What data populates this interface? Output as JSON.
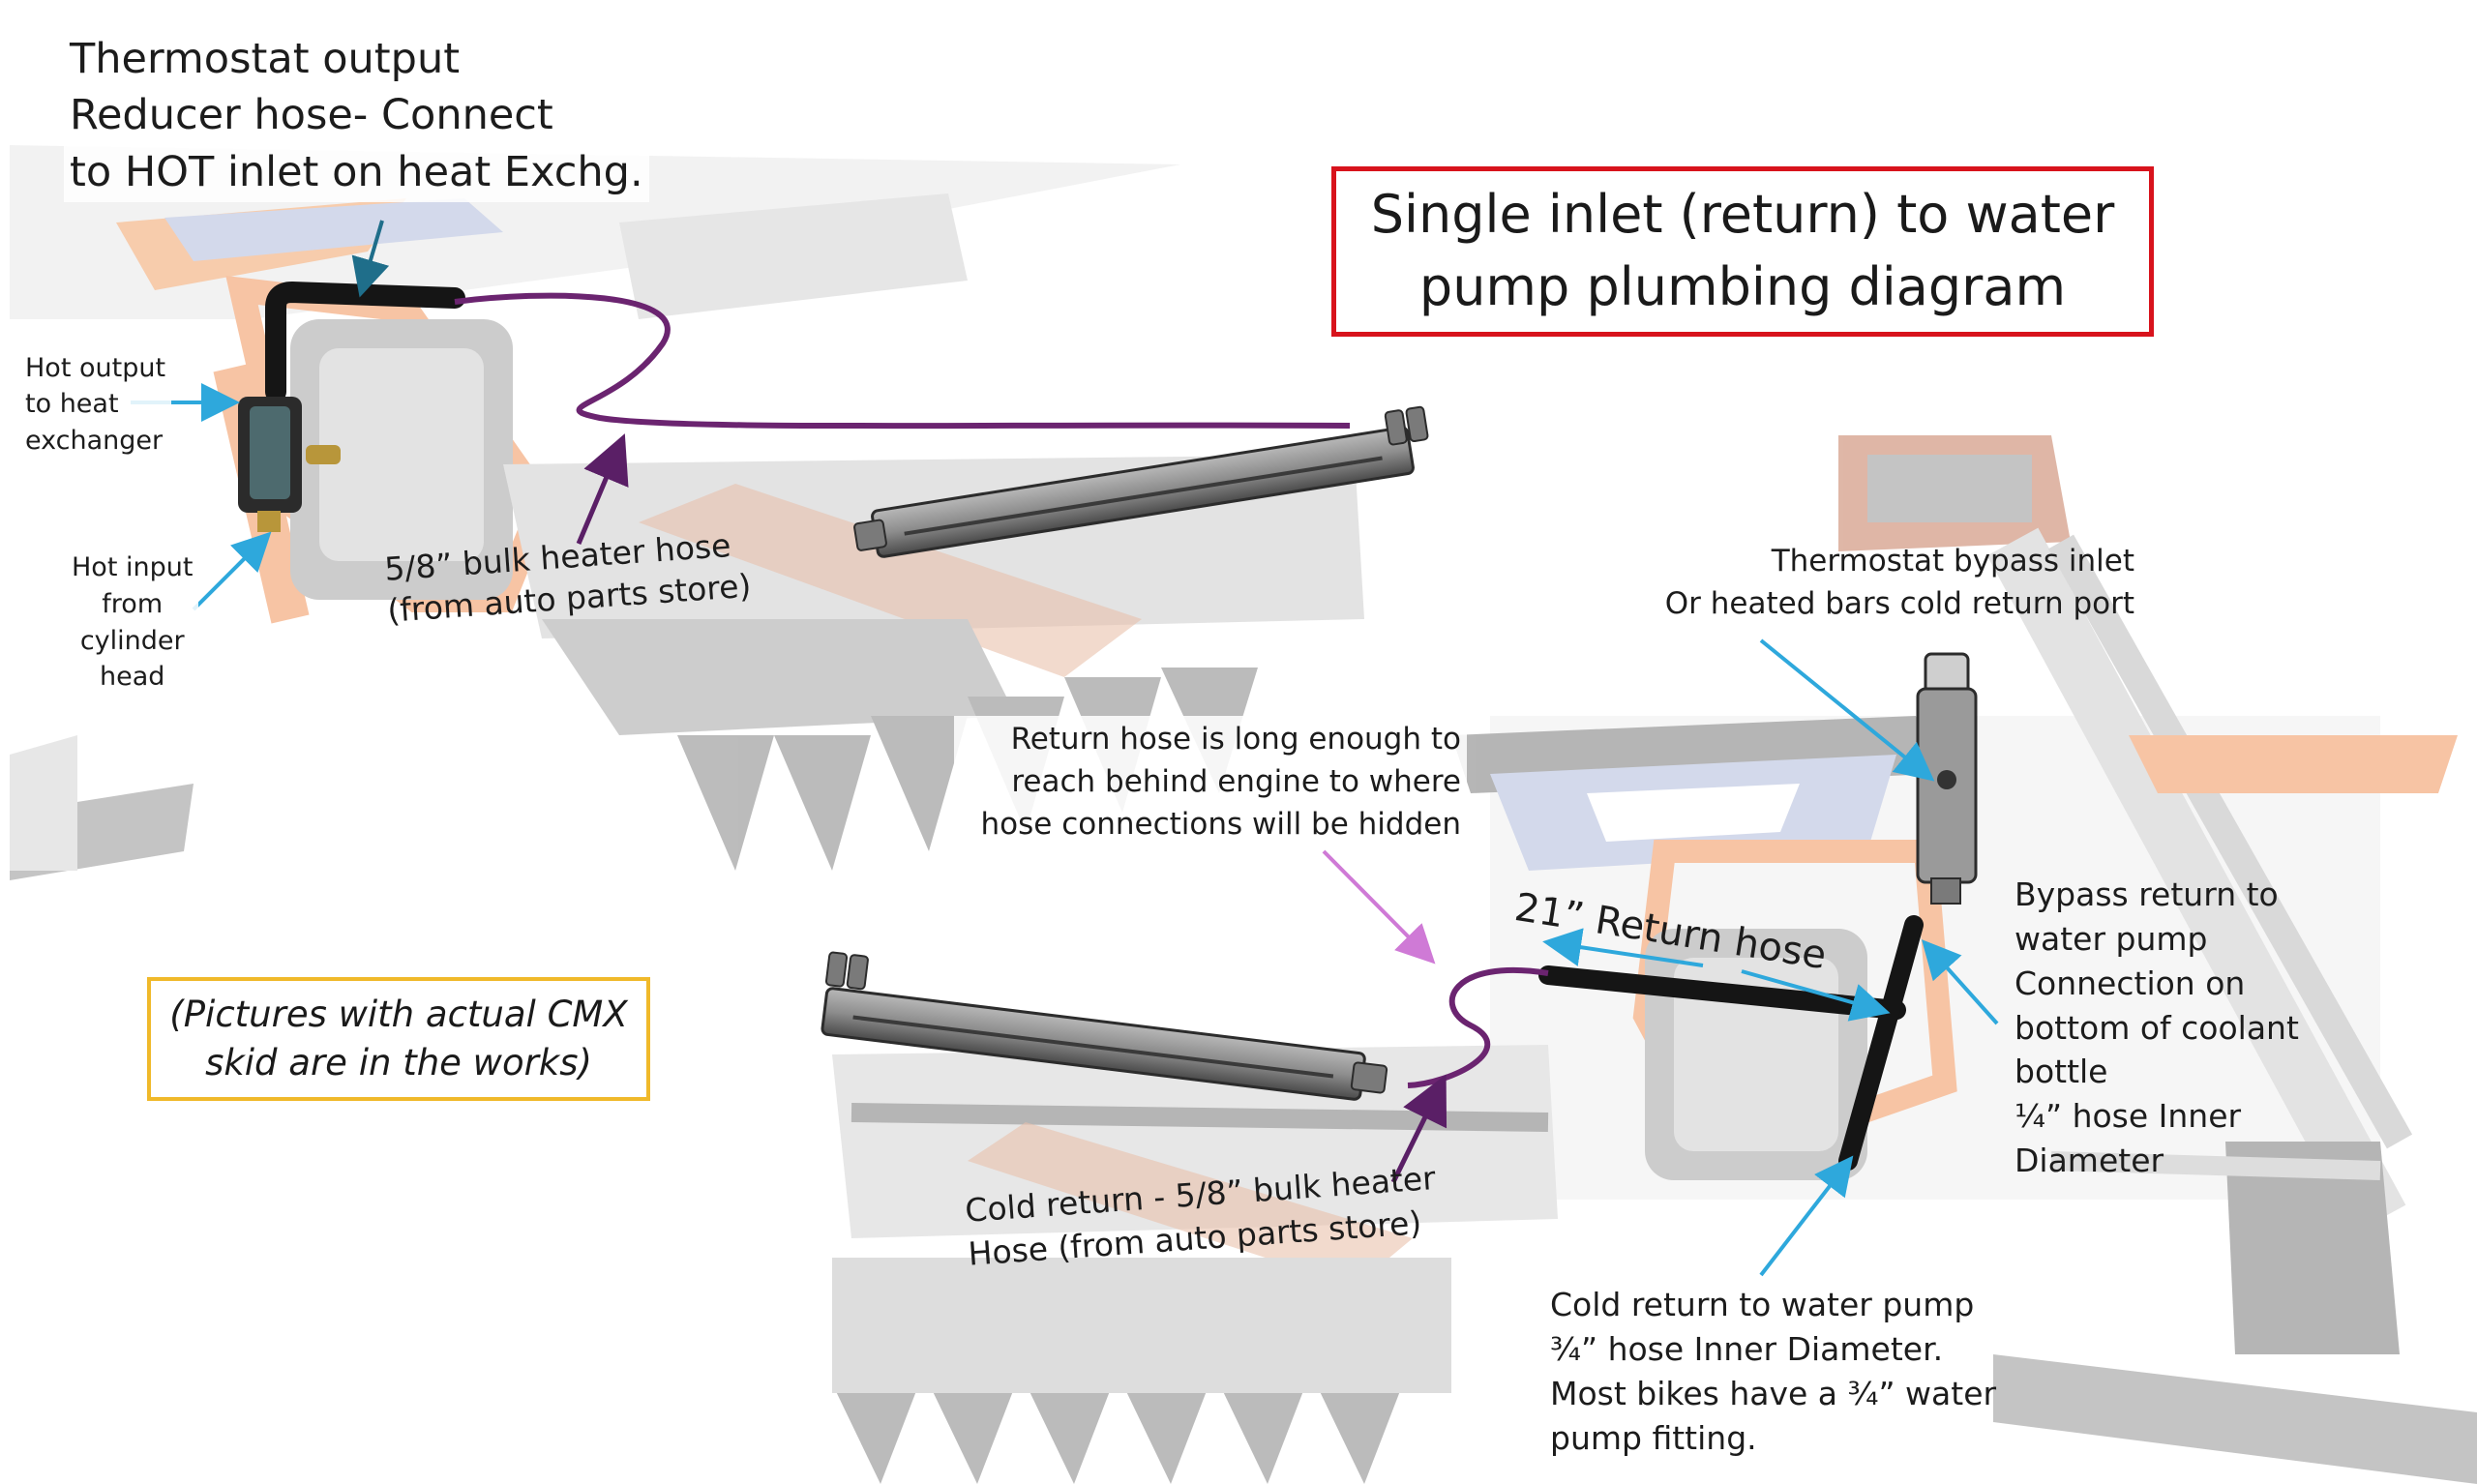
{
  "title": {
    "lines": [
      "Single inlet (return) to water",
      "pump plumbing diagram"
    ],
    "border_color": "#d8131c"
  },
  "note": {
    "lines": [
      "(Pictures with actual CMX",
      "skid are in the works)"
    ],
    "border_color": "#f0b92a"
  },
  "labels": {
    "thermostat_output": [
      "Thermostat output",
      "Reducer hose- Connect",
      "to HOT inlet on heat Exchg."
    ],
    "hot_output": [
      "Hot output",
      "to heat",
      "exchanger"
    ],
    "hot_input": [
      "Hot input",
      "from",
      "cylinder",
      "head"
    ],
    "bulk_hose_top": [
      "5/8” bulk heater hose",
      "(from auto parts store)"
    ],
    "thermostat_bypass": [
      "Thermostat bypass inlet",
      "Or heated bars cold return port"
    ],
    "return_hose_length": [
      "Return hose is long enough to",
      "reach behind engine to where",
      "hose connections will be hidden"
    ],
    "return_hose": "21” Return hose",
    "bypass_return": [
      "Bypass return to",
      "water pump",
      "Connection on",
      "bottom of coolant",
      "bottle",
      "¼” hose Inner",
      "Diameter"
    ],
    "cold_return_bulk": [
      "Cold return - 5/8” bulk heater",
      "Hose (from auto parts store)"
    ],
    "cold_return_pump": [
      "Cold return to water pump",
      "¾” hose Inner Diameter.",
      "Most bikes have a ¾” water",
      "pump fitting."
    ]
  },
  "colors": {
    "hose_purple": "#6b2470",
    "arrow_blue": "#2ea8dc",
    "arrow_purple": "#5a1f66",
    "arrow_pink": "#cf7ad6",
    "arrow_teal": "#1f6e8a",
    "frame_orange": "#f08a4b",
    "skid_gray": "#8a8a8a"
  },
  "icons": [
    "snow-bike-image",
    "heat-exchanger-icon",
    "thermostat-icon",
    "coolant-bottle-icon",
    "t-fitting-icon"
  ]
}
